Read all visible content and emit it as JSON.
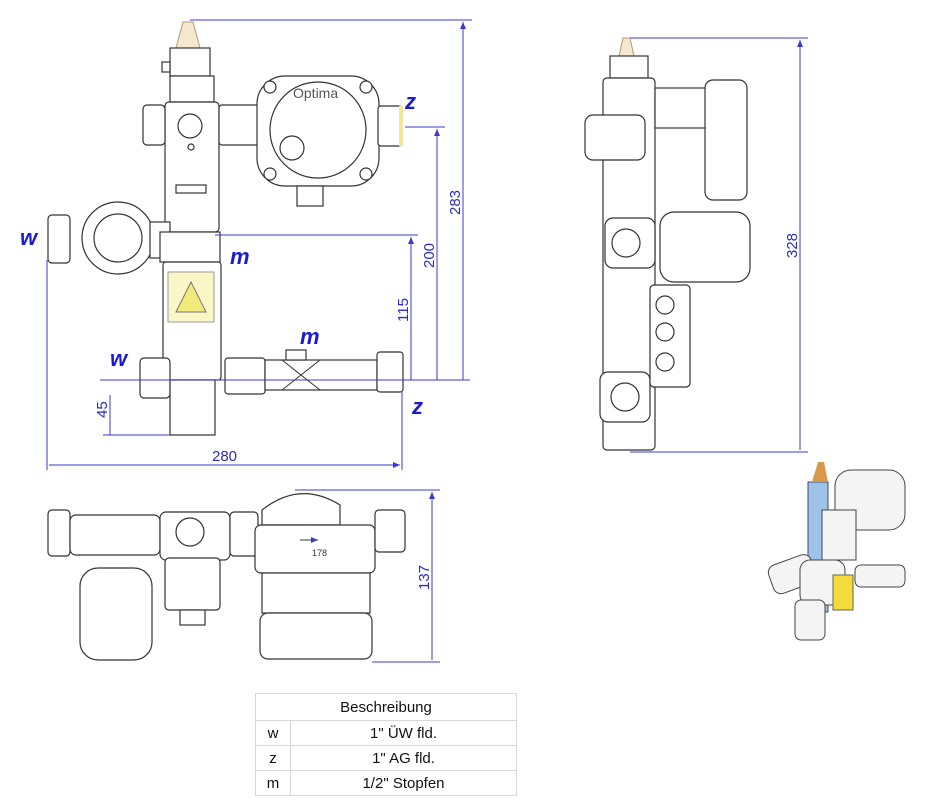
{
  "drawing": {
    "pump_brand": "Optima",
    "bottom_view_marking": "178",
    "connection_labels": {
      "w_left": "w",
      "m_upper": "m",
      "z_upper": "z",
      "m_lower": "m",
      "w_lower": "w",
      "z_lower": "z"
    },
    "dimensions": {
      "height_total_front": "283",
      "height_pump_outlet": "200",
      "height_mid": "115",
      "height_bottom": "45",
      "width_total": "280",
      "height_side": "328",
      "depth": "137"
    }
  },
  "legend": {
    "header": "Beschreibung",
    "rows": [
      {
        "key": "w",
        "description": "1\" ÜW fld."
      },
      {
        "key": "z",
        "description": "1\" AG fld."
      },
      {
        "key": "m",
        "description": "1/2\" Stopfen"
      }
    ]
  }
}
